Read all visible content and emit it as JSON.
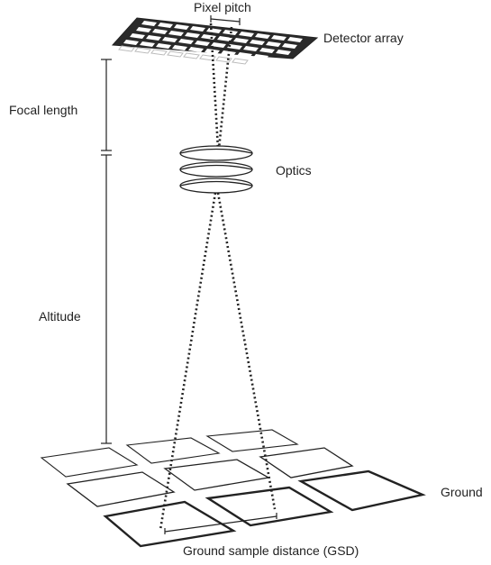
{
  "labels": {
    "pixel_pitch": "Pixel pitch",
    "detector_array": "Detector array",
    "focal_length": "Focal length",
    "optics": "Optics",
    "altitude": "Altitude",
    "ground": "Ground",
    "gsd": "Ground sample distance (GSD)"
  },
  "colors": {
    "line": "#222222",
    "grid_light": "#bbbbbb"
  },
  "icons": {
    "detector": "detector-array-grid-icon",
    "lens": "lens-stack-icon"
  }
}
